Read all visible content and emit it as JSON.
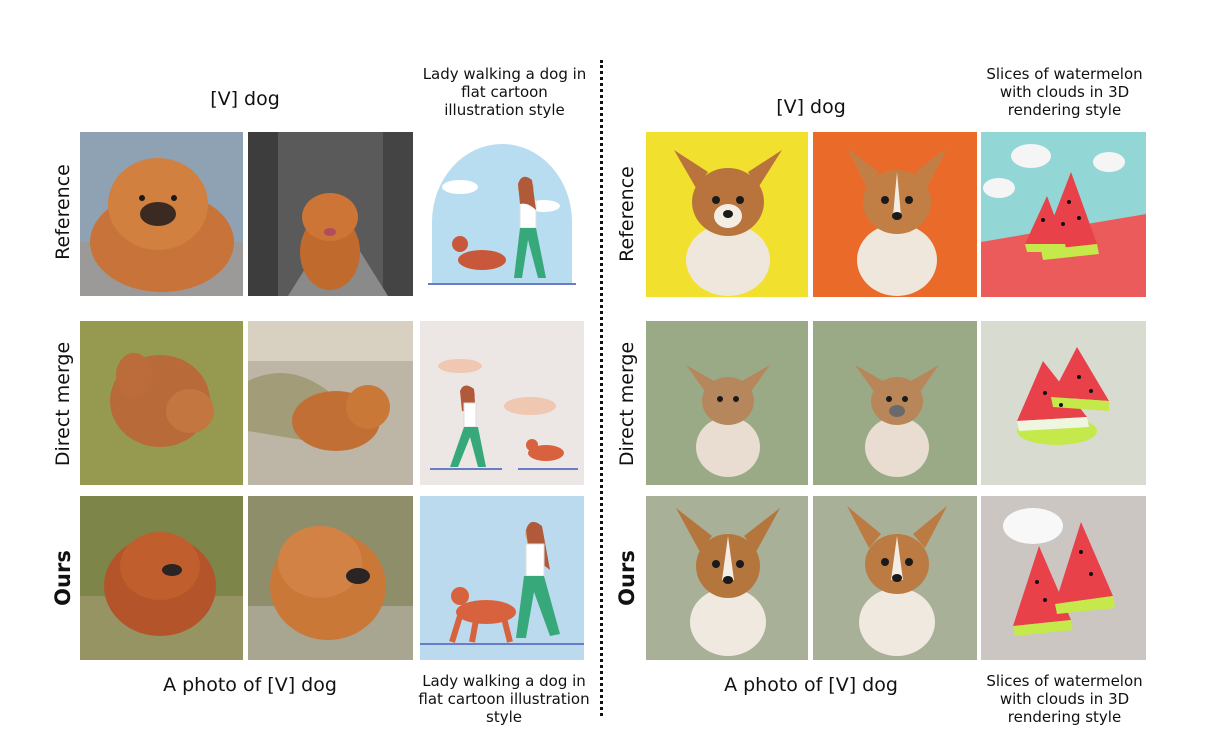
{
  "left_panel": {
    "subject_caption_top": "[V] dog",
    "style_caption_top": "Lady walking a dog in flat cartoon illustration style",
    "subject_caption_bottom": "A photo of [V] dog",
    "style_caption_bottom": "Lady walking a dog in flat cartoon illustration style"
  },
  "right_panel": {
    "subject_caption_top": "[V] dog",
    "style_caption_top": "Slices of watermelon with clouds in 3D rendering style",
    "subject_caption_bottom": "A photo of [V] dog",
    "style_caption_bottom": "Slices of watermelon with clouds in 3D rendering style"
  },
  "row_labels": {
    "reference": "Reference",
    "direct_merge": "Direct merge",
    "ours": "Ours"
  },
  "colors": {
    "chow": "#c8733a",
    "corgi": "#b8743c",
    "sky": "#b9ddf0",
    "watermelon": "#e8414a",
    "rind": "#c5e84a"
  }
}
